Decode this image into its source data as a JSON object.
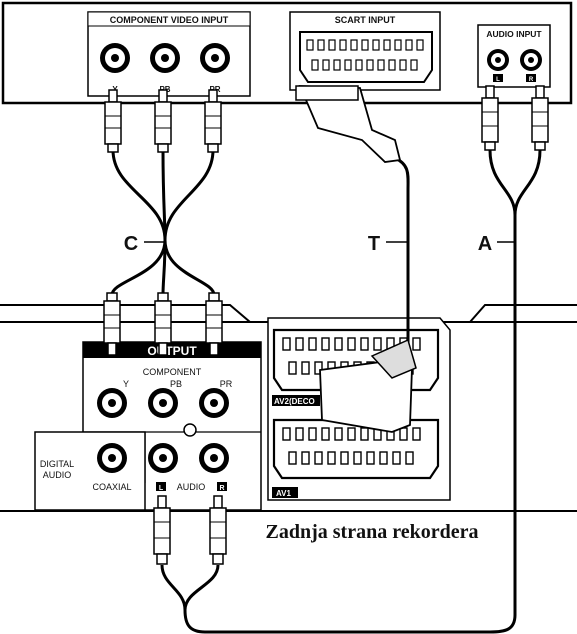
{
  "tv_panel": {
    "component_title": "COMPONENT VIDEO INPUT",
    "component_jacks": [
      "Y",
      "PB",
      "PR"
    ],
    "scart_title": "SCART INPUT",
    "audio_title": "AUDIO INPUT",
    "audio_jacks": [
      "L",
      "R"
    ]
  },
  "cables": {
    "component": "C",
    "scart": "T",
    "audio": "A"
  },
  "recorder_panel": {
    "output_title": "OUTPUT",
    "component_label": "COMPONENT",
    "component_jacks": [
      "Y",
      "PB",
      "PR"
    ],
    "digital_audio_label": "DIGITAL AUDIO",
    "coaxial_label": "COAXIAL",
    "audio_label": "AUDIO",
    "audio_jacks": [
      "L",
      "R"
    ],
    "scart_av2": "AV2(DECO",
    "scart_av1": "AV1"
  },
  "caption": "Zadnja strana rekordera"
}
